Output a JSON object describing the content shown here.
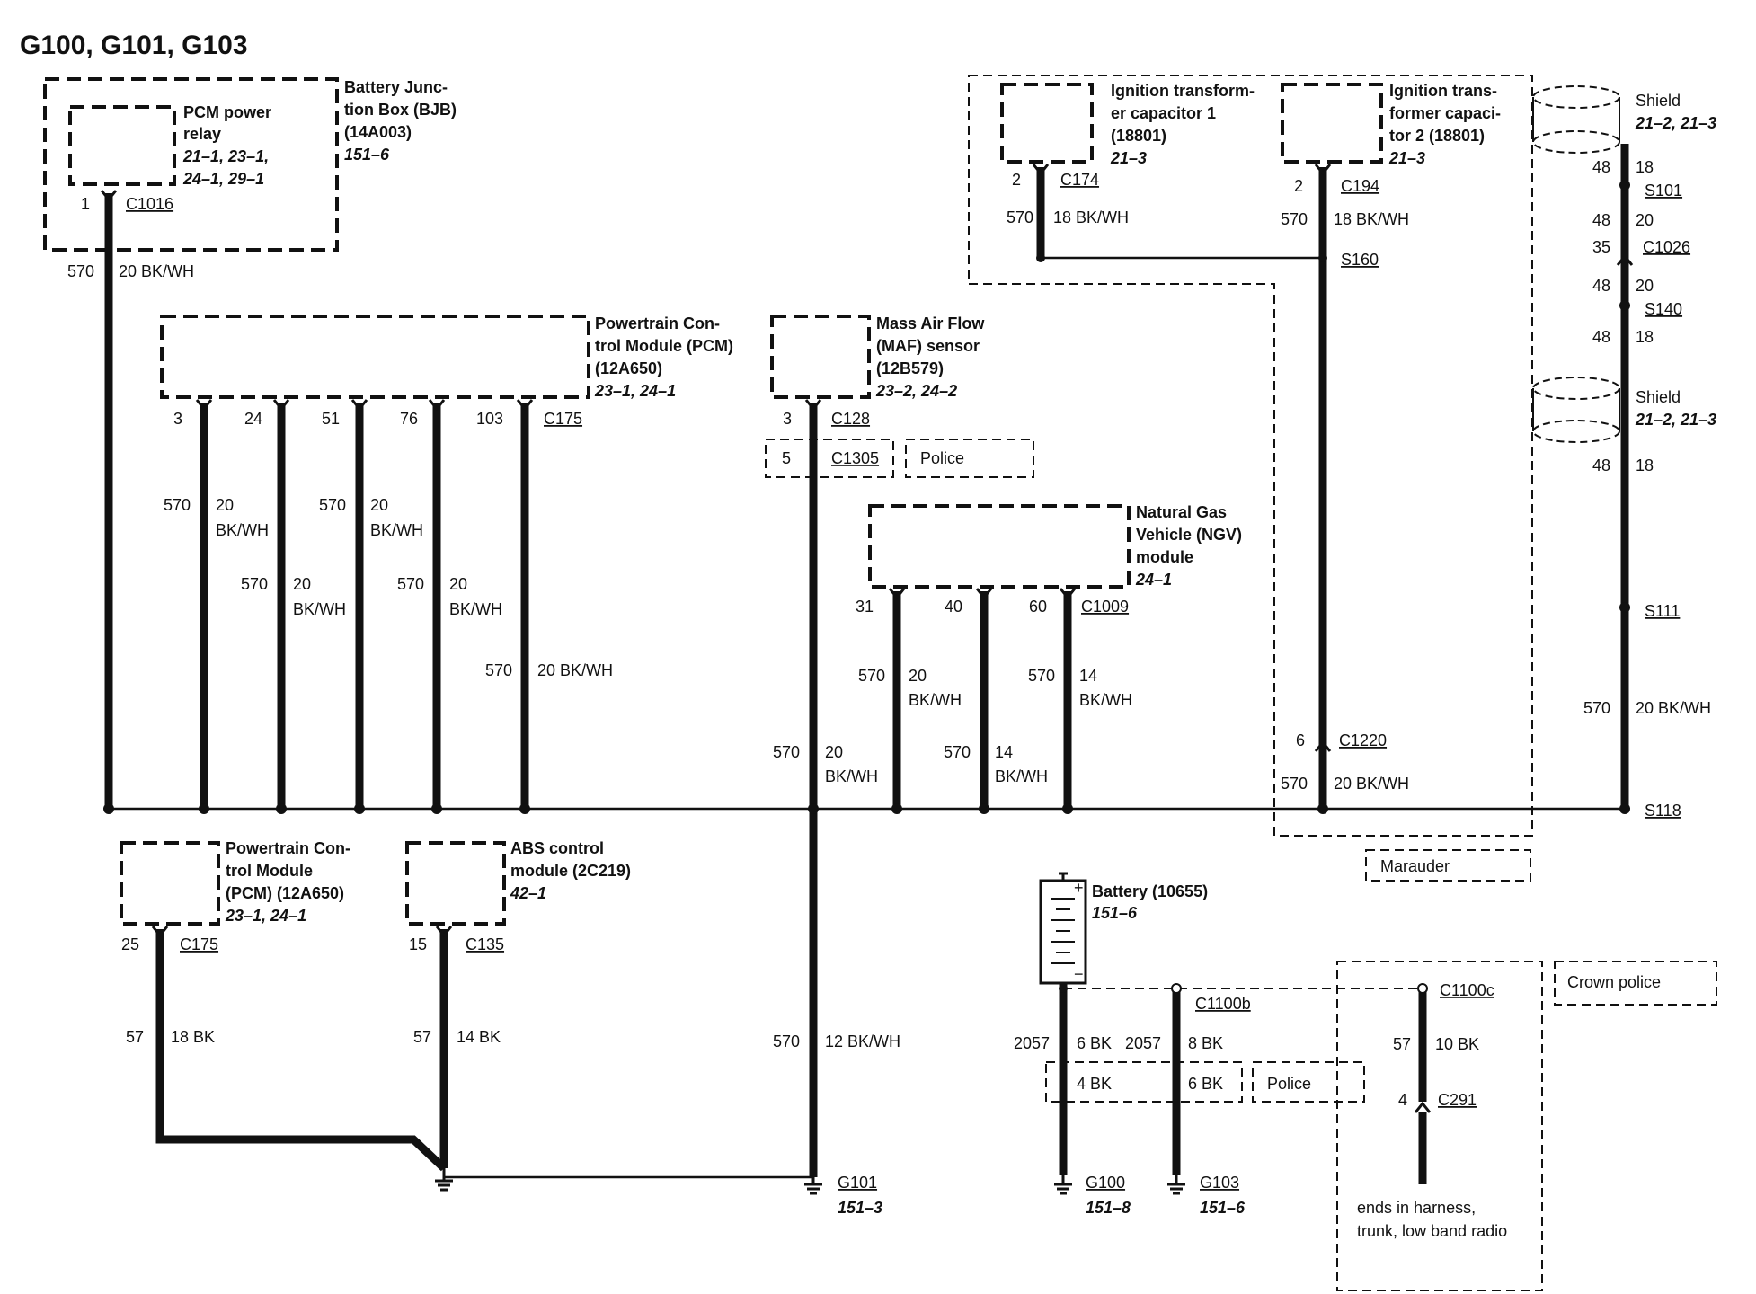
{
  "title": "G100, G101, G103",
  "components": {
    "bjb": {
      "name": [
        "Battery Junc-",
        "tion Box (BJB)",
        "(14A003)"
      ],
      "ref": "151–6"
    },
    "pcm_relay": {
      "name": [
        "PCM power",
        "relay"
      ],
      "ref": [
        "21–1, 23–1,",
        "24–1, 29–1"
      ],
      "pin": "1",
      "connector": "C1016"
    },
    "pcm_top": {
      "name": [
        "Powertrain Con-",
        "trol Module (PCM)",
        "(12A650)"
      ],
      "ref": "23–1, 24–1",
      "pins": [
        "3",
        "24",
        "51",
        "76",
        "103"
      ],
      "connector": "C175"
    },
    "maf": {
      "name": [
        "Mass Air Flow",
        "(MAF) sensor",
        "(12B579)"
      ],
      "ref": "23–2, 24–2",
      "pin": "3",
      "connector": "C128",
      "police_pin": "5",
      "police_connector": "C1305",
      "police_label": "Police"
    },
    "ngv": {
      "name": [
        "Natural Gas",
        "Vehicle (NGV)",
        "module"
      ],
      "ref": "24–1",
      "pins": [
        "31",
        "40",
        "60"
      ],
      "connector": "C1009"
    },
    "cap1": {
      "name": [
        "Ignition transform-",
        "er capacitor 1",
        "(18801)"
      ],
      "ref": "21–3",
      "pin": "2",
      "connector": "C174"
    },
    "cap2": {
      "name": [
        "Ignition trans-",
        "former capaci-",
        "tor 2 (18801)"
      ],
      "ref": "21–3",
      "pin": "2",
      "connector": "C194"
    },
    "pcm_bottom": {
      "name": [
        "Powertrain Con-",
        "trol Module",
        "(PCM) (12A650)"
      ],
      "ref": "23–1, 24–1",
      "pin": "25",
      "connector": "C175"
    },
    "abs": {
      "name": [
        "ABS control",
        "module (2C219)"
      ],
      "ref": "42–1",
      "pin": "15",
      "connector": "C135"
    },
    "battery": {
      "name": "Battery (10655)",
      "ref": "151–6"
    }
  },
  "wires": {
    "bjb": {
      "circuit": "570",
      "spec": "20 BK/WH"
    },
    "pcm_a": {
      "circuit": "570",
      "spec": [
        "20",
        "BK/WH"
      ]
    },
    "pcm_b": {
      "circuit": "570",
      "spec": [
        "20",
        "BK/WH"
      ]
    },
    "pcm_c": {
      "circuit": "570",
      "spec": [
        "20",
        "BK/WH"
      ]
    },
    "pcm_d": {
      "circuit": "570",
      "spec": [
        "20",
        "BK/WH"
      ]
    },
    "pcm_e": {
      "circuit": "570",
      "spec": "20 BK/WH"
    },
    "maf": {
      "circuit": "570",
      "spec": [
        "20",
        "BK/WH"
      ]
    },
    "ngv_a": {
      "circuit": "570",
      "spec": [
        "20",
        "BK/WH"
      ]
    },
    "ngv_b": {
      "circuit": "570",
      "spec": [
        "14",
        "BK/WH"
      ]
    },
    "ngv_c": {
      "circuit": "570",
      "spec": [
        "14",
        "BK/WH"
      ]
    },
    "cap1": {
      "circuit": "570",
      "spec": "18 BK/WH"
    },
    "cap2": {
      "circuit": "570",
      "spec": "18 BK/WH"
    },
    "c1220": {
      "pin": "6",
      "connector": "C1220",
      "circuit": "570",
      "spec": "20 BK/WH"
    },
    "g101": {
      "circuit": "570",
      "spec": "12 BK/WH"
    },
    "pcm_bottom": {
      "circuit": "57",
      "spec": "18 BK"
    },
    "abs": {
      "circuit": "57",
      "spec": "14 BK"
    },
    "battery_main": {
      "circuit": "2057",
      "spec": "6 BK",
      "police_spec": "4 BK"
    },
    "battery_g103": {
      "circuit": "2057",
      "spec": "8 BK",
      "police_spec": "6 BK",
      "connector": "C1100b"
    },
    "radio": {
      "connector": "C1100c",
      "circuit": "57",
      "spec": "10 BK",
      "pin": "4",
      "connector2": "C291",
      "note": [
        "ends in harness,",
        "trunk, low band radio"
      ]
    }
  },
  "shield_chain": [
    {
      "label": "Shield",
      "ref": "21–2, 21–3"
    },
    {
      "left": "48",
      "right": "18"
    },
    {
      "splice": "S101"
    },
    {
      "left": "48",
      "right": "20"
    },
    {
      "left": "35",
      "right": "C1026"
    },
    {
      "left": "48",
      "right": "20"
    },
    {
      "splice": "S140"
    },
    {
      "left": "48",
      "right": "18"
    },
    {
      "label": "Shield",
      "ref": "21–2, 21–3"
    },
    {
      "left": "48",
      "right": "18"
    },
    {
      "splice": "S111"
    },
    {
      "left": "570",
      "right": "20 BK/WH"
    },
    {
      "splice": "S118"
    }
  ],
  "splices": {
    "s160": "S160"
  },
  "grounds": {
    "g101": {
      "name": "G101",
      "ref": "151–3"
    },
    "g100": {
      "name": "G100",
      "ref": "151–8"
    },
    "g103": {
      "name": "G103",
      "ref": "151–6"
    }
  },
  "options": {
    "marauder": "Marauder",
    "police": "Police",
    "crown_police": "Crown police"
  }
}
